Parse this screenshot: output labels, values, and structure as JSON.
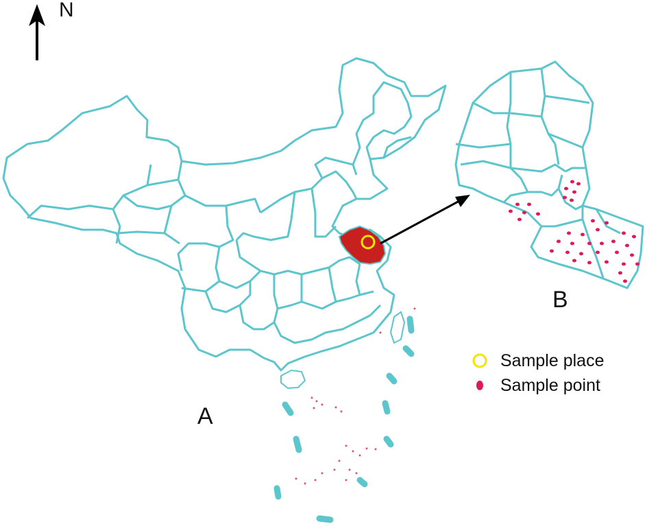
{
  "north_label": "N",
  "panel_labels": {
    "a": "A",
    "b": "B"
  },
  "legend": {
    "items": [
      {
        "label": "Sample place",
        "symbol": "open-circle",
        "color": "#f2e600"
      },
      {
        "label": "Sample point",
        "symbol": "filled-ellipse",
        "color": "#e0195e"
      }
    ]
  },
  "colors": {
    "boundary": "#5cc6cc",
    "highlight_province": "#c8201e",
    "sample_place": "#f2e600",
    "sample_point": "#e0195e",
    "islands": "#d4577a",
    "arrow": "#000000"
  },
  "icons": {
    "north_arrow": "north-arrow-icon",
    "pointer_arrow": "arrow-right-icon"
  }
}
